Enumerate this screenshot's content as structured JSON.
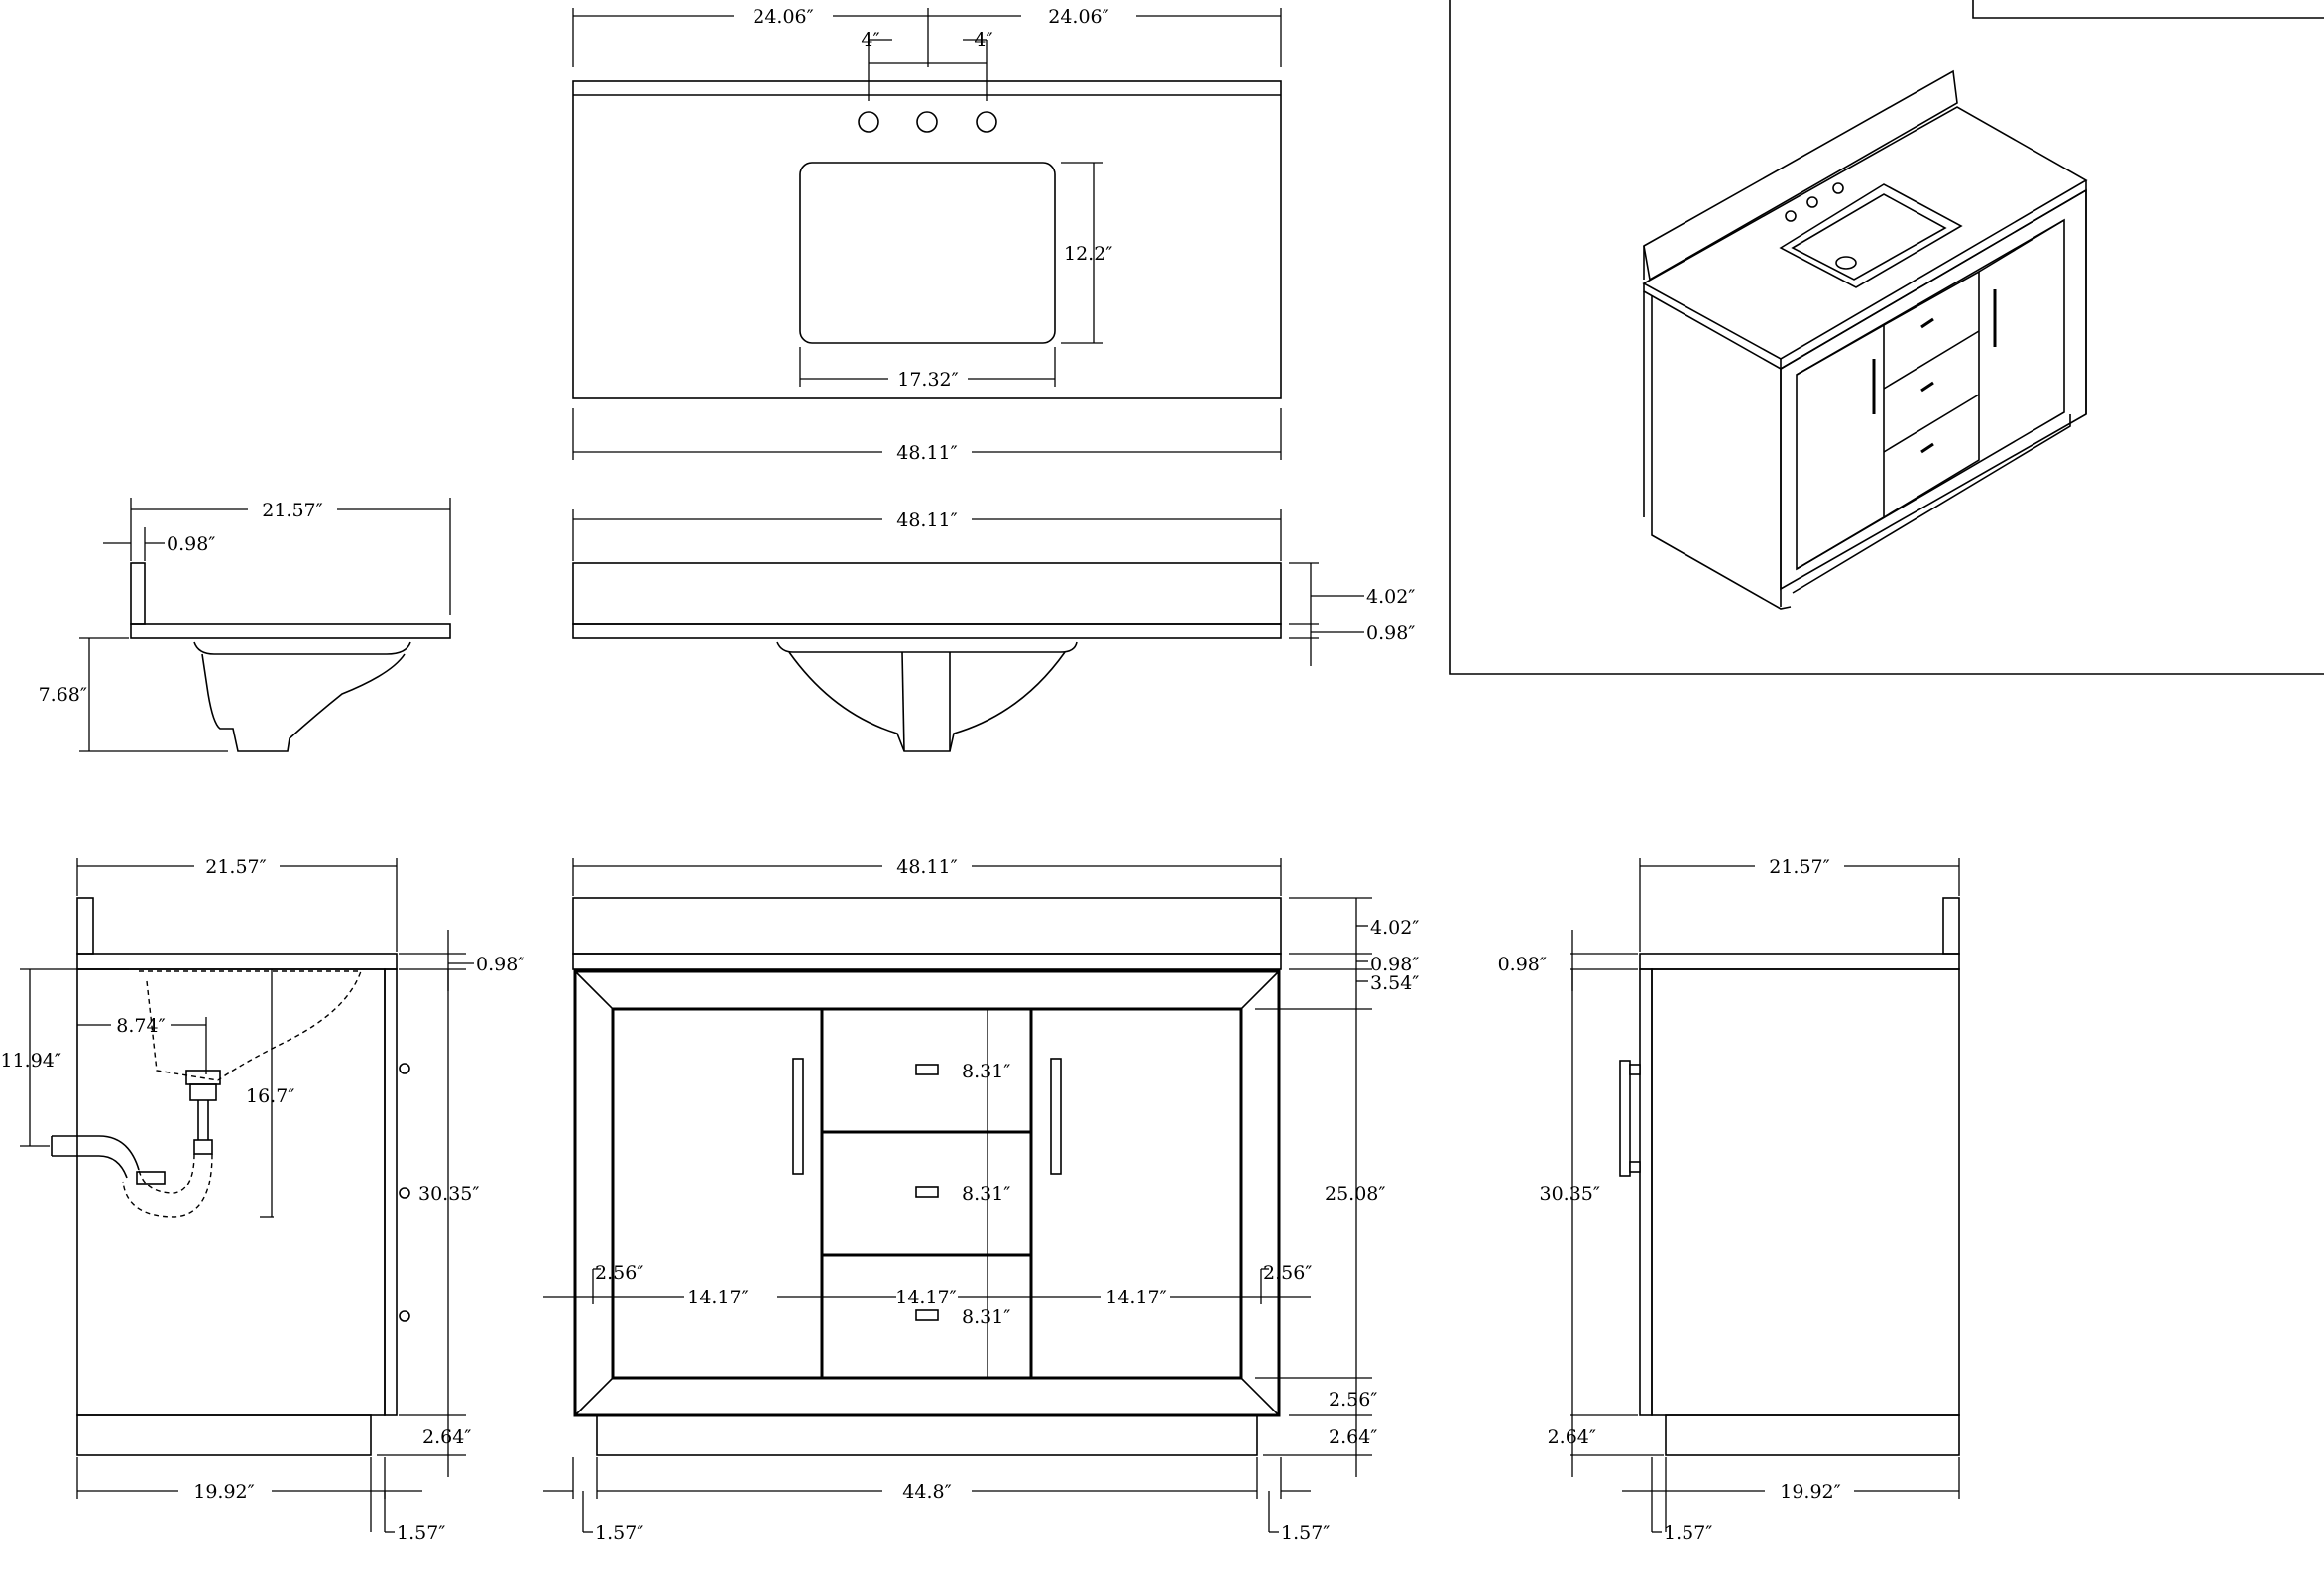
{
  "top_view": {
    "half_width_left": "24.06″",
    "half_width_right": "24.06″",
    "faucet_spacing_left": "4″",
    "faucet_spacing_right": "4″",
    "sink_depth": "12.2″",
    "sink_width": "17.32″",
    "overall_width": "48.11″"
  },
  "side_top_view": {
    "depth": "21.57″",
    "backsplash_thickness": "0.98″",
    "sink_height": "7.68″"
  },
  "front_top_view": {
    "overall_width": "48.11″",
    "backsplash_height": "4.02″",
    "top_thickness": "0.98″"
  },
  "left_view": {
    "depth": "21.57″",
    "top_thickness": "0.98″",
    "sink_to_drain": "11.94″",
    "drain_offset": "8.74″",
    "drain_height": "16.7″",
    "cabinet_height": "30.35″",
    "toe_kick_height": "2.64″",
    "base_depth": "19.92″",
    "toe_recess": "1.57″"
  },
  "front_view": {
    "overall_width": "48.11″",
    "backsplash_height": "4.02″",
    "top_thickness": "0.98″",
    "top_frame": "3.54″",
    "door_height": "25.08″",
    "drawer_height_1": "8.31″",
    "drawer_height_2": "8.31″",
    "drawer_height_3": "8.31″",
    "side_frame_left": "2.56″",
    "side_frame_right": "2.56″",
    "door_width_left": "14.17″",
    "drawer_width": "14.17″",
    "door_width_right": "14.17″",
    "bottom_frame": "2.56″",
    "toe_kick_height": "2.64″",
    "base_width": "44.8″",
    "toe_recess_left": "1.57″",
    "toe_recess_right": "1.57″"
  },
  "right_view": {
    "depth": "21.57″",
    "top_thickness": "0.98″",
    "cabinet_height": "30.35″",
    "toe_kick_height": "2.64″",
    "base_depth": "19.92″",
    "toe_recess": "1.57″"
  }
}
